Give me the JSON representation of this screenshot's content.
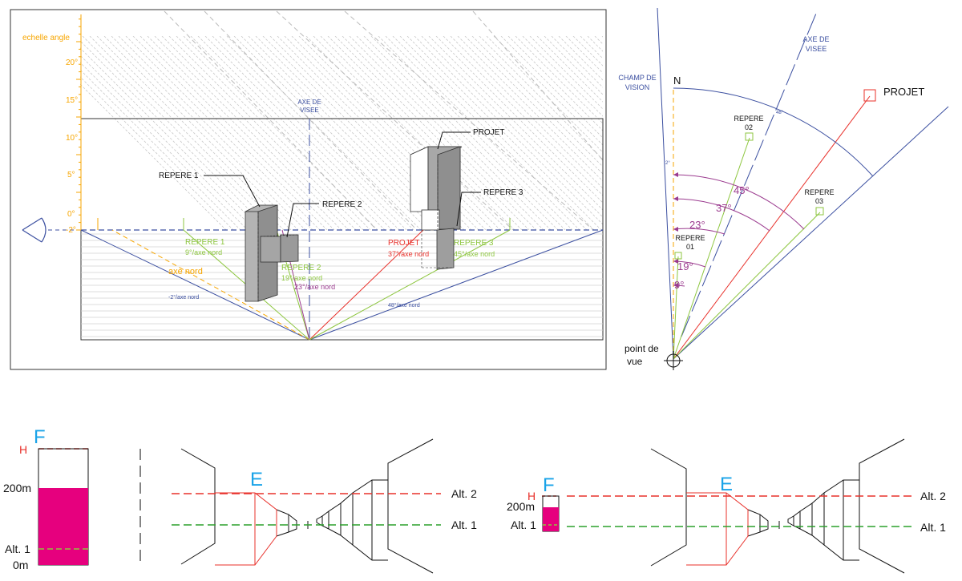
{
  "colors": {
    "orange": "#f7a600",
    "green": "#8dc63f",
    "red": "#e8302a",
    "purple": "#9b3b8f",
    "blue": "#3b4fa0",
    "magenta": "#e6007e",
    "cyan": "#1aa3e8",
    "gray_box": "#b3b3b3",
    "hatch": "#c8c8c8"
  },
  "view": {
    "scale_title": "echelle angle",
    "scale_ticks": [
      "20°",
      "15°",
      "10°",
      "5°",
      "0°",
      "-2°"
    ],
    "axe_visee": [
      "AXE DE",
      "VISEE"
    ],
    "callouts": {
      "repere1": "REPERE 1",
      "repere2": "REPERE 2",
      "projet": "PROJET",
      "repere3": "REPERE 3"
    },
    "ground_labels": {
      "repere1": [
        "REPERE 1",
        "9°/axe nord"
      ],
      "repere2": [
        "REPERE 2",
        "19°/axe nord"
      ],
      "repere2_extra": "23°/axe nord",
      "projet": [
        "PROJET",
        "37°/axe nord"
      ],
      "repere3": [
        "REPERE 3",
        "45°/axe nord"
      ],
      "axe_nord": "axe nord",
      "left_edge": "-2°/axe nord",
      "right_edge": "48°/axe nord"
    }
  },
  "plan": {
    "axe_visee": [
      "AXE DE",
      "VISEE"
    ],
    "champ_vision": [
      "CHAMP DE",
      "VISION"
    ],
    "north": "N",
    "projet": "PROJET",
    "repere02": [
      "REPERE",
      "02"
    ],
    "repere03": [
      "REPERE",
      "03"
    ],
    "repere01": [
      "REPERE",
      "01"
    ],
    "angles": [
      "45°",
      "37°",
      "23°",
      "19°",
      "9°"
    ],
    "small_angles": [
      "48°",
      "2°"
    ],
    "point_de_vue": [
      "point de",
      "vue"
    ]
  },
  "bottom": {
    "F": "F",
    "E": "E",
    "H": "H",
    "alt2": "Alt. 2",
    "alt1": "Alt. 1",
    "scale": [
      "200m",
      "Alt. 1",
      "0m"
    ],
    "scale_small": [
      "200m",
      "Alt. 1"
    ]
  }
}
